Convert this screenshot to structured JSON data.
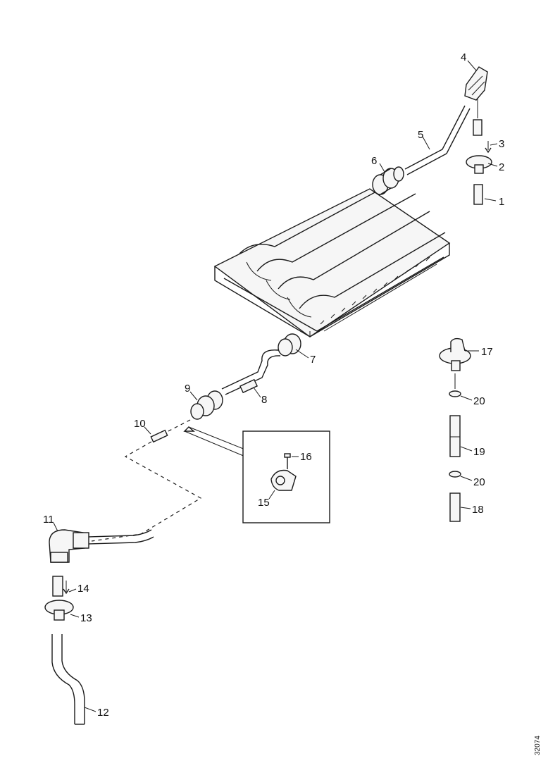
{
  "callouts": {
    "c1": "1",
    "c2": "2",
    "c3": "3",
    "c4": "4",
    "c5": "5",
    "c6": "6",
    "c7": "7",
    "c8": "8",
    "c9": "9",
    "c10": "10",
    "c11": "11",
    "c12": "12",
    "c13": "13",
    "c14": "14",
    "c15": "15",
    "c16": "16",
    "c17": "17",
    "c18": "18",
    "c19": "19",
    "c20a": "20",
    "c20b": "20"
  },
  "drawing_code": "32074"
}
